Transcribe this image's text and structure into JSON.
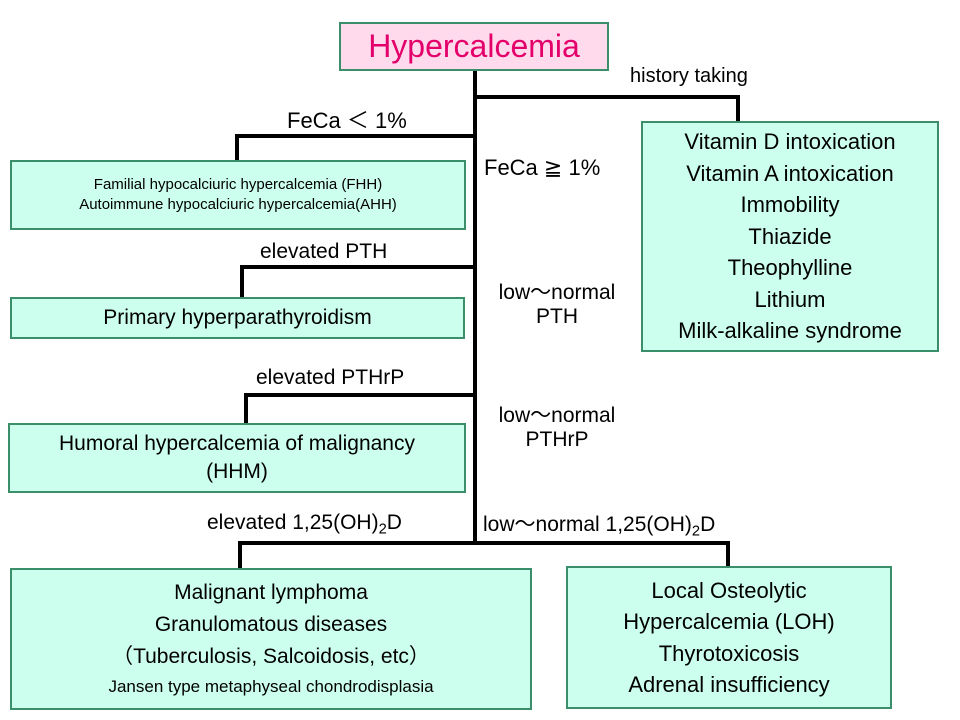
{
  "title": "Hypercalcemia",
  "labels": {
    "history": "history taking",
    "feca_low": "FeCa ＜ 1%",
    "feca_high": "FeCa ≧ 1%",
    "elevated_pth": "elevated PTH",
    "low_normal_pth": [
      "low～normal",
      "PTH"
    ],
    "elevated_pthrp": "elevated PTHrP",
    "low_normal_pthrp": [
      "low～normal",
      "PTHrP"
    ],
    "elevated_vitd_prefix": "elevated 1,25(OH)",
    "elevated_vitd_sub": "2",
    "elevated_vitd_suffix": "D",
    "low_normal_vitd_prefix": "low～normal 1,25(OH)",
    "low_normal_vitd_sub": "2",
    "low_normal_vitd_suffix": "D"
  },
  "boxes": {
    "history_causes": [
      "Vitamin D intoxication",
      "Vitamin A intoxication",
      "Immobility",
      "Thiazide",
      "Theophylline",
      "Lithium",
      "Milk-alkaline syndrome"
    ],
    "fhh": [
      "Familial hypocalciuric hypercalcemia (FHH)",
      "Autoimmune hypocalciuric hypercalcemia(AHH)"
    ],
    "primary": [
      "Primary hyperparathyroidism"
    ],
    "hhm": [
      "Humoral hypercalcemia of malignancy",
      "(HHM)"
    ],
    "lymphoma": [
      "Malignant lymphoma",
      "Granulomatous diseases",
      "（Tuberculosis, Salcoidosis, etc）",
      "Jansen type metaphyseal chondrodisplasia"
    ],
    "loh": [
      "Local Osteolytic",
      "Hypercalcemia (LOH)",
      "Thyrotoxicosis",
      "Adrenal insufficiency"
    ]
  },
  "colors": {
    "box_fill": "#ccffee",
    "box_border": "#3a8f6a",
    "title_fill": "#ffd9ec",
    "title_text": "#e3006a",
    "connector": "#000000"
  }
}
